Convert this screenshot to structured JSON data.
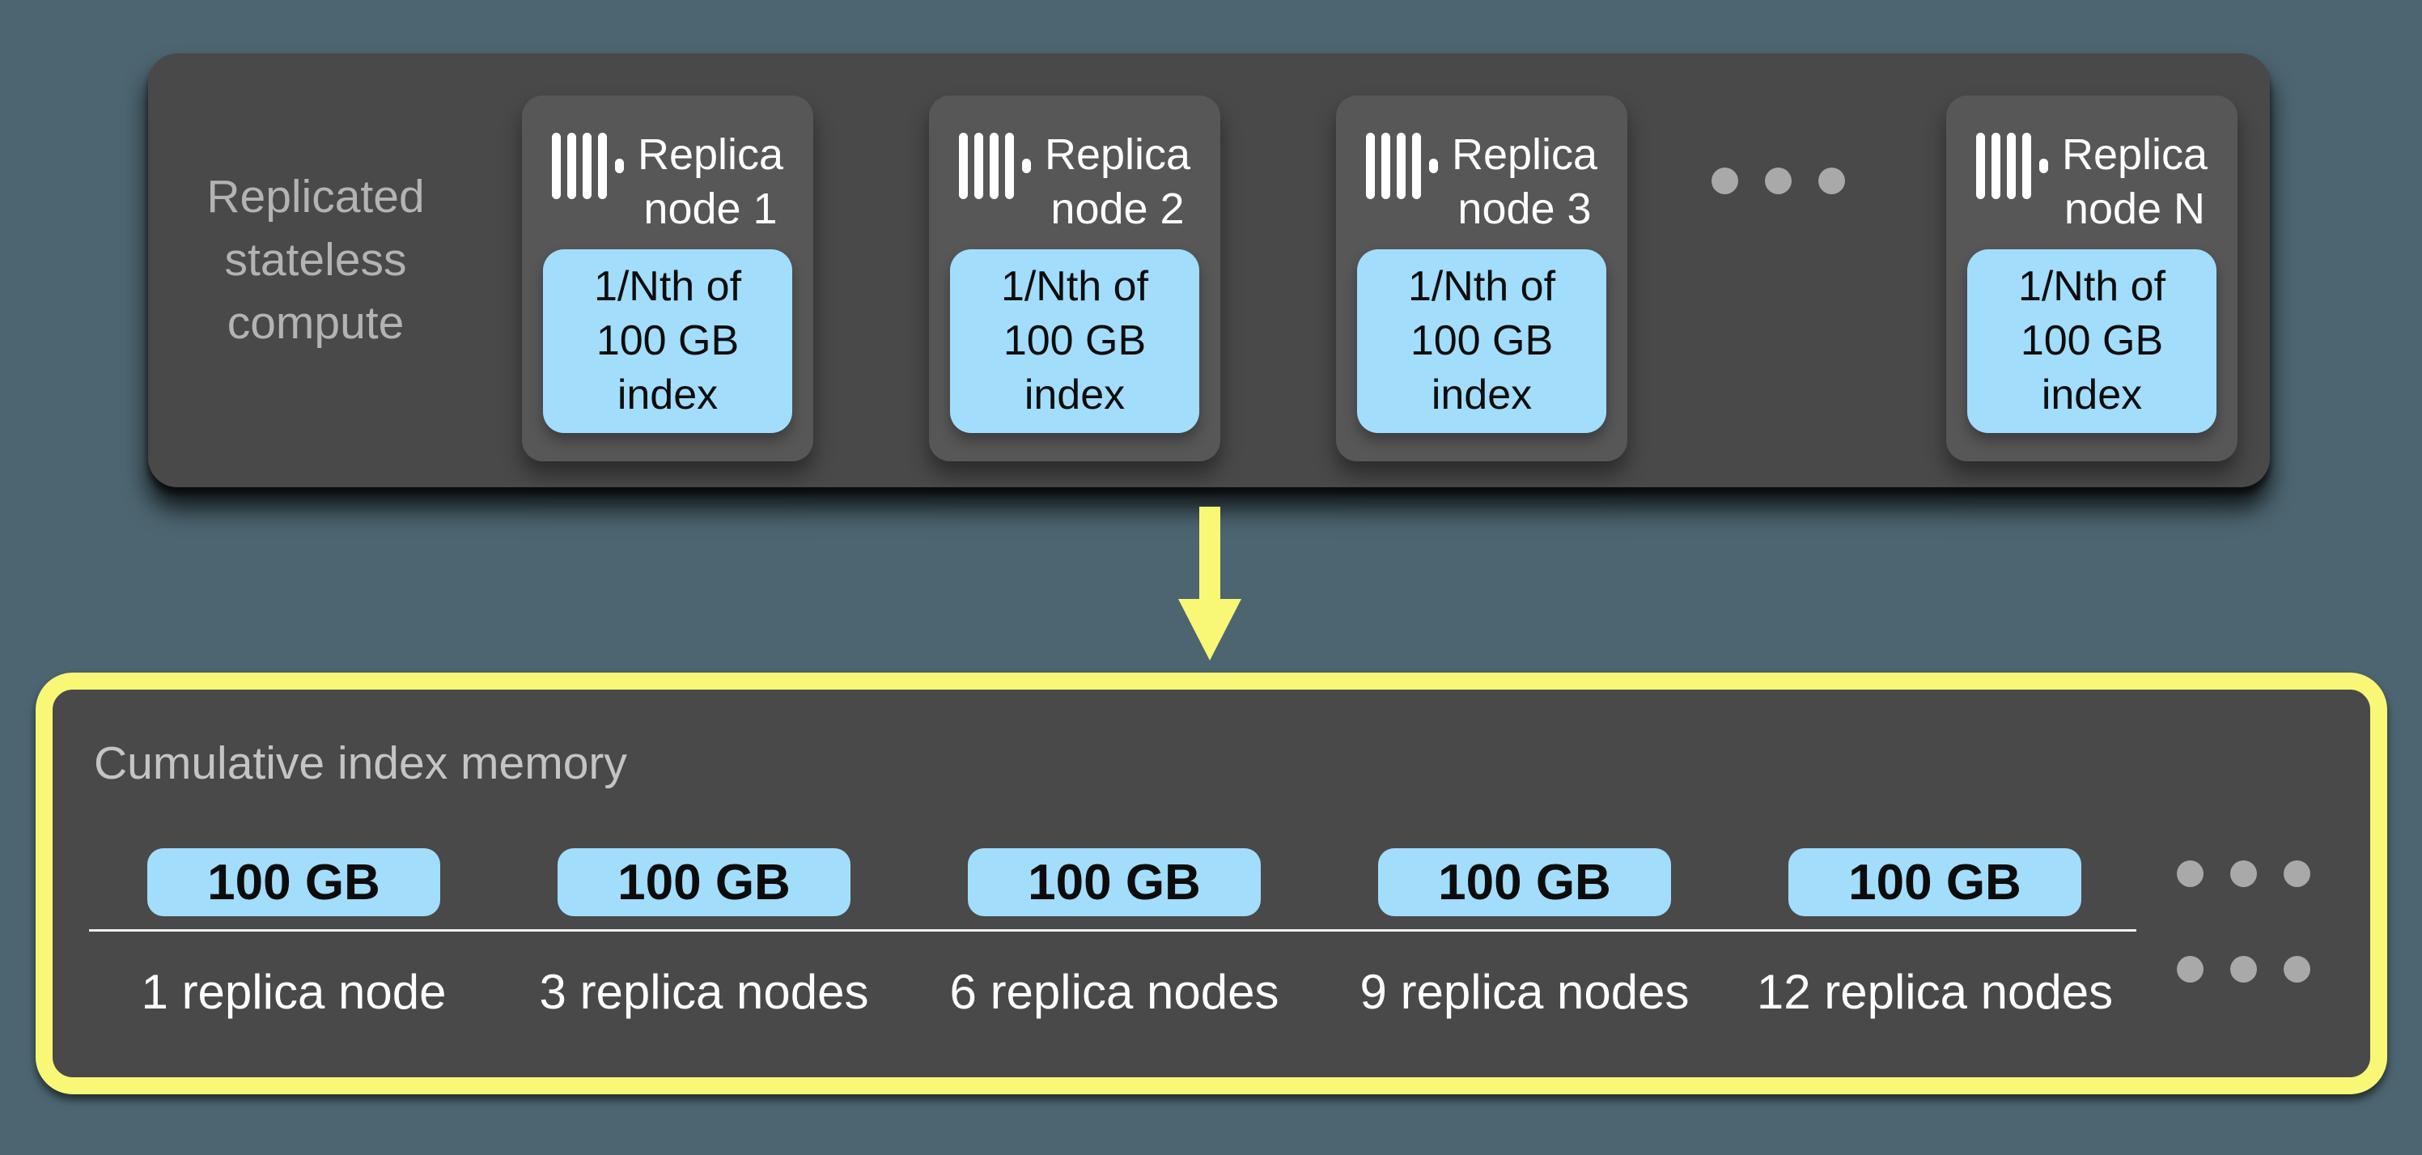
{
  "colors": {
    "bg": "#4c6570",
    "panel": "#494949",
    "card": "#575757",
    "blue": "#a2ddfc",
    "yellow": "#f9f876",
    "dot": "#a9a9a9",
    "muted": "#b3b3b3",
    "title-muted": "#c4c4c4",
    "line": "#f2f2f2",
    "ink": "#0c0c0c",
    "white": "#ffffff"
  },
  "top_panel": {
    "label": "Replicated\nstateless\ncompute",
    "nodes": [
      {
        "title": "Replica\nnode 1",
        "badge": "1/Nth of\n100 GB\nindex"
      },
      {
        "title": "Replica\nnode 2",
        "badge": "1/Nth of\n100 GB\nindex"
      },
      {
        "title": "Replica\nnode 3",
        "badge": "1/Nth of\n100 GB\nindex"
      },
      {
        "title": "Replica\nnode N",
        "badge": "1/Nth of\n100 GB\nindex"
      }
    ],
    "icon": "vertical-bars-logo-icon",
    "ellipsis": "more-replica-nodes"
  },
  "arrow": {
    "direction": "down"
  },
  "bottom_panel": {
    "title": "Cumulative index memory",
    "entries": [
      {
        "memory": "100 GB",
        "label": "1 replica node"
      },
      {
        "memory": "100 GB",
        "label": "3 replica nodes"
      },
      {
        "memory": "100 GB",
        "label": "6 replica nodes"
      },
      {
        "memory": "100 GB",
        "label": "9 replica nodes"
      },
      {
        "memory": "100 GB",
        "label": "12 replica nodes"
      }
    ],
    "ellipsis": "more-cumulative-entries"
  }
}
